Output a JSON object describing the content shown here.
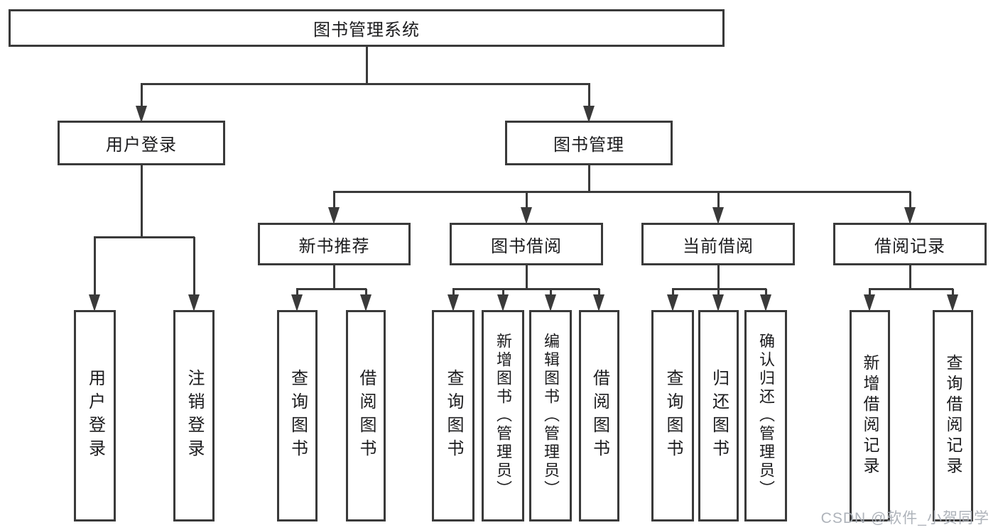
{
  "colors": {
    "line": "#3a3a3a",
    "text": "#1c1c1e",
    "background": "#ffffff",
    "watermark": "#a8adb5"
  },
  "nodes": {
    "root": "图书管理系统",
    "user_login": "用户登录",
    "book_mgmt": "图书管理",
    "new_books": "新书推荐",
    "book_borrow": "图书借阅",
    "current_borrow": "当前借阅",
    "borrow_records": "借阅记录"
  },
  "leaves": {
    "user_login": [
      "用户登录",
      "注销登录"
    ],
    "new_books": [
      "查询图书",
      "借阅图书"
    ],
    "book_borrow": [
      "查询图书",
      "新增图书（管理员）",
      "编辑图书（管理员）",
      "借阅图书"
    ],
    "current_borrow": [
      "查询图书",
      "归还图书",
      "确认归还（管理员）"
    ],
    "borrow_records": [
      "新增借阅记录",
      "查询借阅记录"
    ]
  },
  "watermark": {
    "text": "CSDN @软件_小贺同学"
  }
}
